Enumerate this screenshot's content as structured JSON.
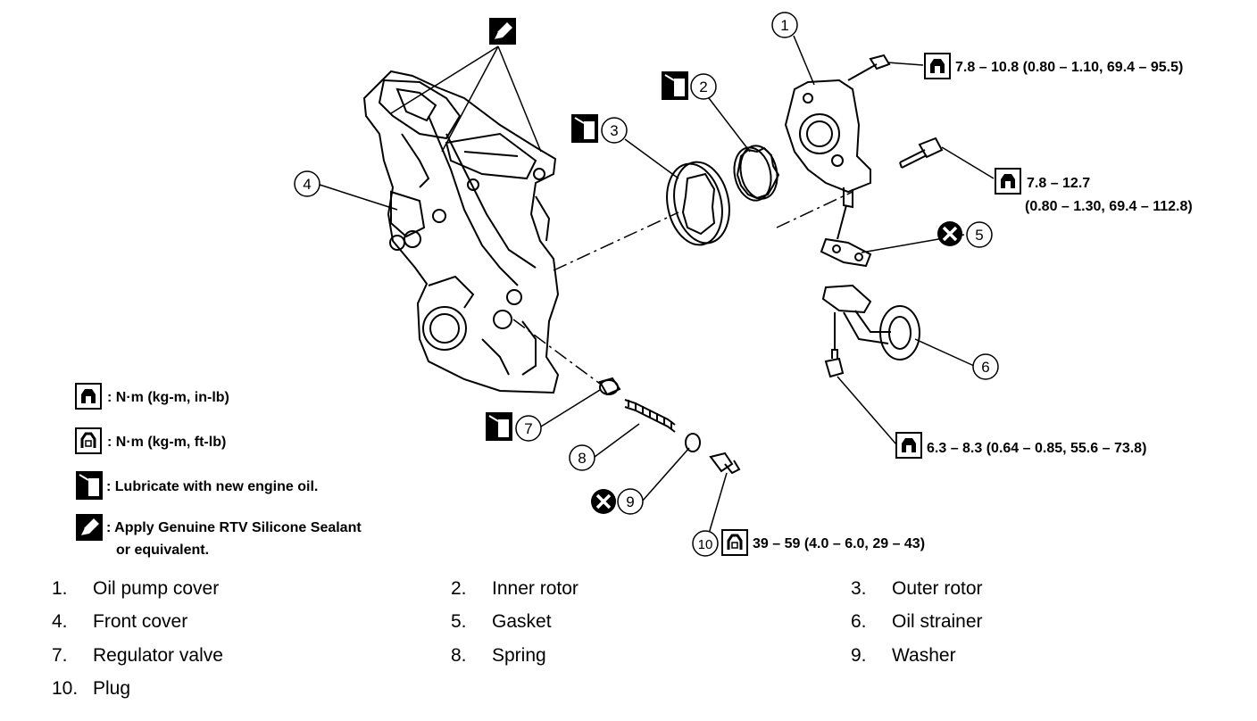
{
  "callouts": [
    "1",
    "2",
    "3",
    "4",
    "5",
    "6",
    "7",
    "8",
    "9",
    "10"
  ],
  "torques": {
    "t1": "7.8 – 10.8 (0.80 – 1.10, 69.4 – 95.5)",
    "t2_line1": "7.8 – 12.7",
    "t2_line2": "(0.80 – 1.30, 69.4 – 112.8)",
    "t3": "6.3 – 8.3 (0.64 – 0.85, 55.6 – 73.8)",
    "t4": "39 – 59 (4.0 – 6.0, 29 – 43)"
  },
  "legend": [
    {
      "icon": "torque-in-lb-icon",
      "text": ": N·m (kg-m, in-lb)"
    },
    {
      "icon": "torque-ft-lb-icon",
      "text": ": N·m (kg-m, ft-lb)"
    },
    {
      "icon": "oil-can-icon",
      "text": ": Lubricate with new engine oil."
    },
    {
      "icon": "sealant-icon",
      "text": ": Apply Genuine RTV Silicone Sealant",
      "text2": "or equivalent."
    }
  ],
  "parts": [
    {
      "num": "1.",
      "name": "Oil pump cover"
    },
    {
      "num": "2.",
      "name": "Inner rotor"
    },
    {
      "num": "3.",
      "name": "Outer rotor"
    },
    {
      "num": "4.",
      "name": "Front cover"
    },
    {
      "num": "5.",
      "name": "Gasket"
    },
    {
      "num": "6.",
      "name": "Oil strainer"
    },
    {
      "num": "7.",
      "name": "Regulator valve"
    },
    {
      "num": "8.",
      "name": "Spring"
    },
    {
      "num": "9.",
      "name": "Washer"
    },
    {
      "num": "10.",
      "name": "Plug"
    }
  ]
}
